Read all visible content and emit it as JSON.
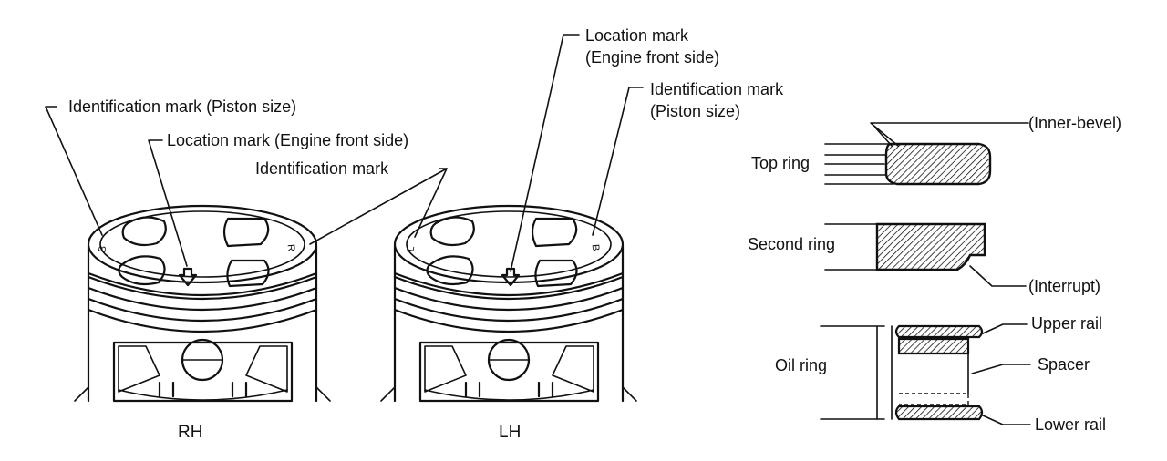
{
  "diagram": {
    "piston_rh": {
      "caption": "RH",
      "ident_mark_size": "Identification mark (Piston size)",
      "location_mark": "Location mark (Engine front side)",
      "ident_mark": "Identification mark",
      "crown_left_letter": "B",
      "crown_right_letter": "R"
    },
    "piston_lh": {
      "caption": "LH",
      "location_mark_line1": "Location mark",
      "location_mark_line2": "(Engine front side)",
      "ident_mark_line1": "Identification mark",
      "ident_mark_line2": "(Piston size)",
      "crown_left_letter": "L",
      "crown_right_letter": "B"
    },
    "rings": {
      "top_ring": "Top ring",
      "inner_bevel": "(Inner-bevel)",
      "second_ring": "Second ring",
      "interrupt": "(Interrupt)",
      "oil_ring": "Oil ring",
      "upper_rail": "Upper rail",
      "spacer": "Spacer",
      "lower_rail": "Lower rail"
    }
  }
}
